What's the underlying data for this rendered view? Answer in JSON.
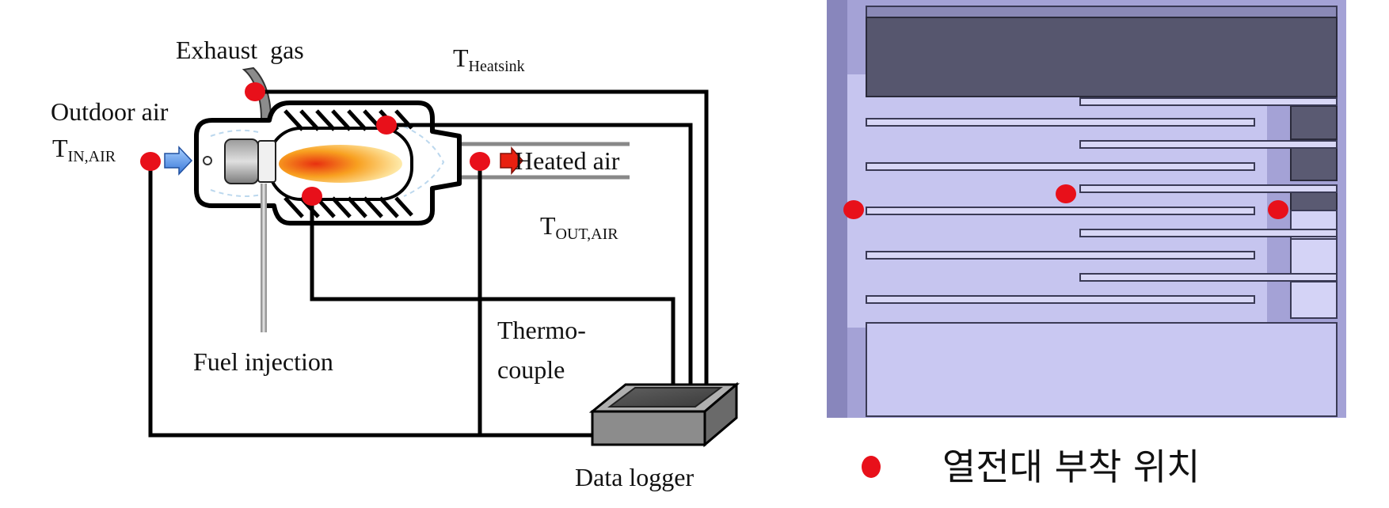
{
  "colors": {
    "sensor": "#e8101a",
    "wire": "#111111",
    "panel_bg": "#b0aee0",
    "panel_dark": "#4a4a66",
    "fin_fill": "#c8c7ee"
  },
  "left_diagram": {
    "labels": {
      "exhaust_gas": "Exhaust  gas",
      "t_heatsink_base": "T",
      "t_heatsink_sub": "Heatsink",
      "outdoor_air": "Outdoor air",
      "t_in_air_base": "T",
      "t_in_air_sub": "IN,AIR",
      "heated_air": "Heated air",
      "t_out_air_base": "T",
      "t_out_air_sub": "OUT,AIR",
      "fuel_injection": "Fuel injection",
      "thermocouple_line1": "Thermo-",
      "thermocouple_line2": "couple",
      "data_logger": "Data logger"
    }
  },
  "right_diagram": {
    "legend_symbol": "sensor-dot",
    "legend_text": "열전대 부착 위치"
  }
}
